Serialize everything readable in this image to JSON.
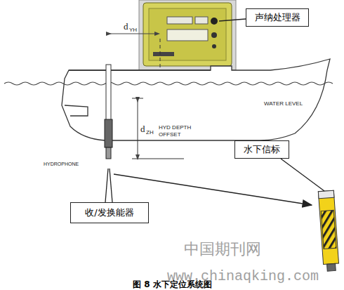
{
  "diagram": {
    "caption": "图 8 水下定位系统图",
    "nodes": [
      {
        "text": [
          "声纳处理器"
        ]
      },
      {
        "text": [
          "水下信标"
        ]
      },
      {
        "text": [
          "收/发换能器"
        ]
      }
    ],
    "labels": [
      "d",
      "YH",
      "WATER LEVEL",
      "d",
      "ZH",
      "HYD DEPTH OFFSET",
      "HYDROPHONE",
      "中国期刊网",
      "www.chinaqking.com"
    ]
  }
}
